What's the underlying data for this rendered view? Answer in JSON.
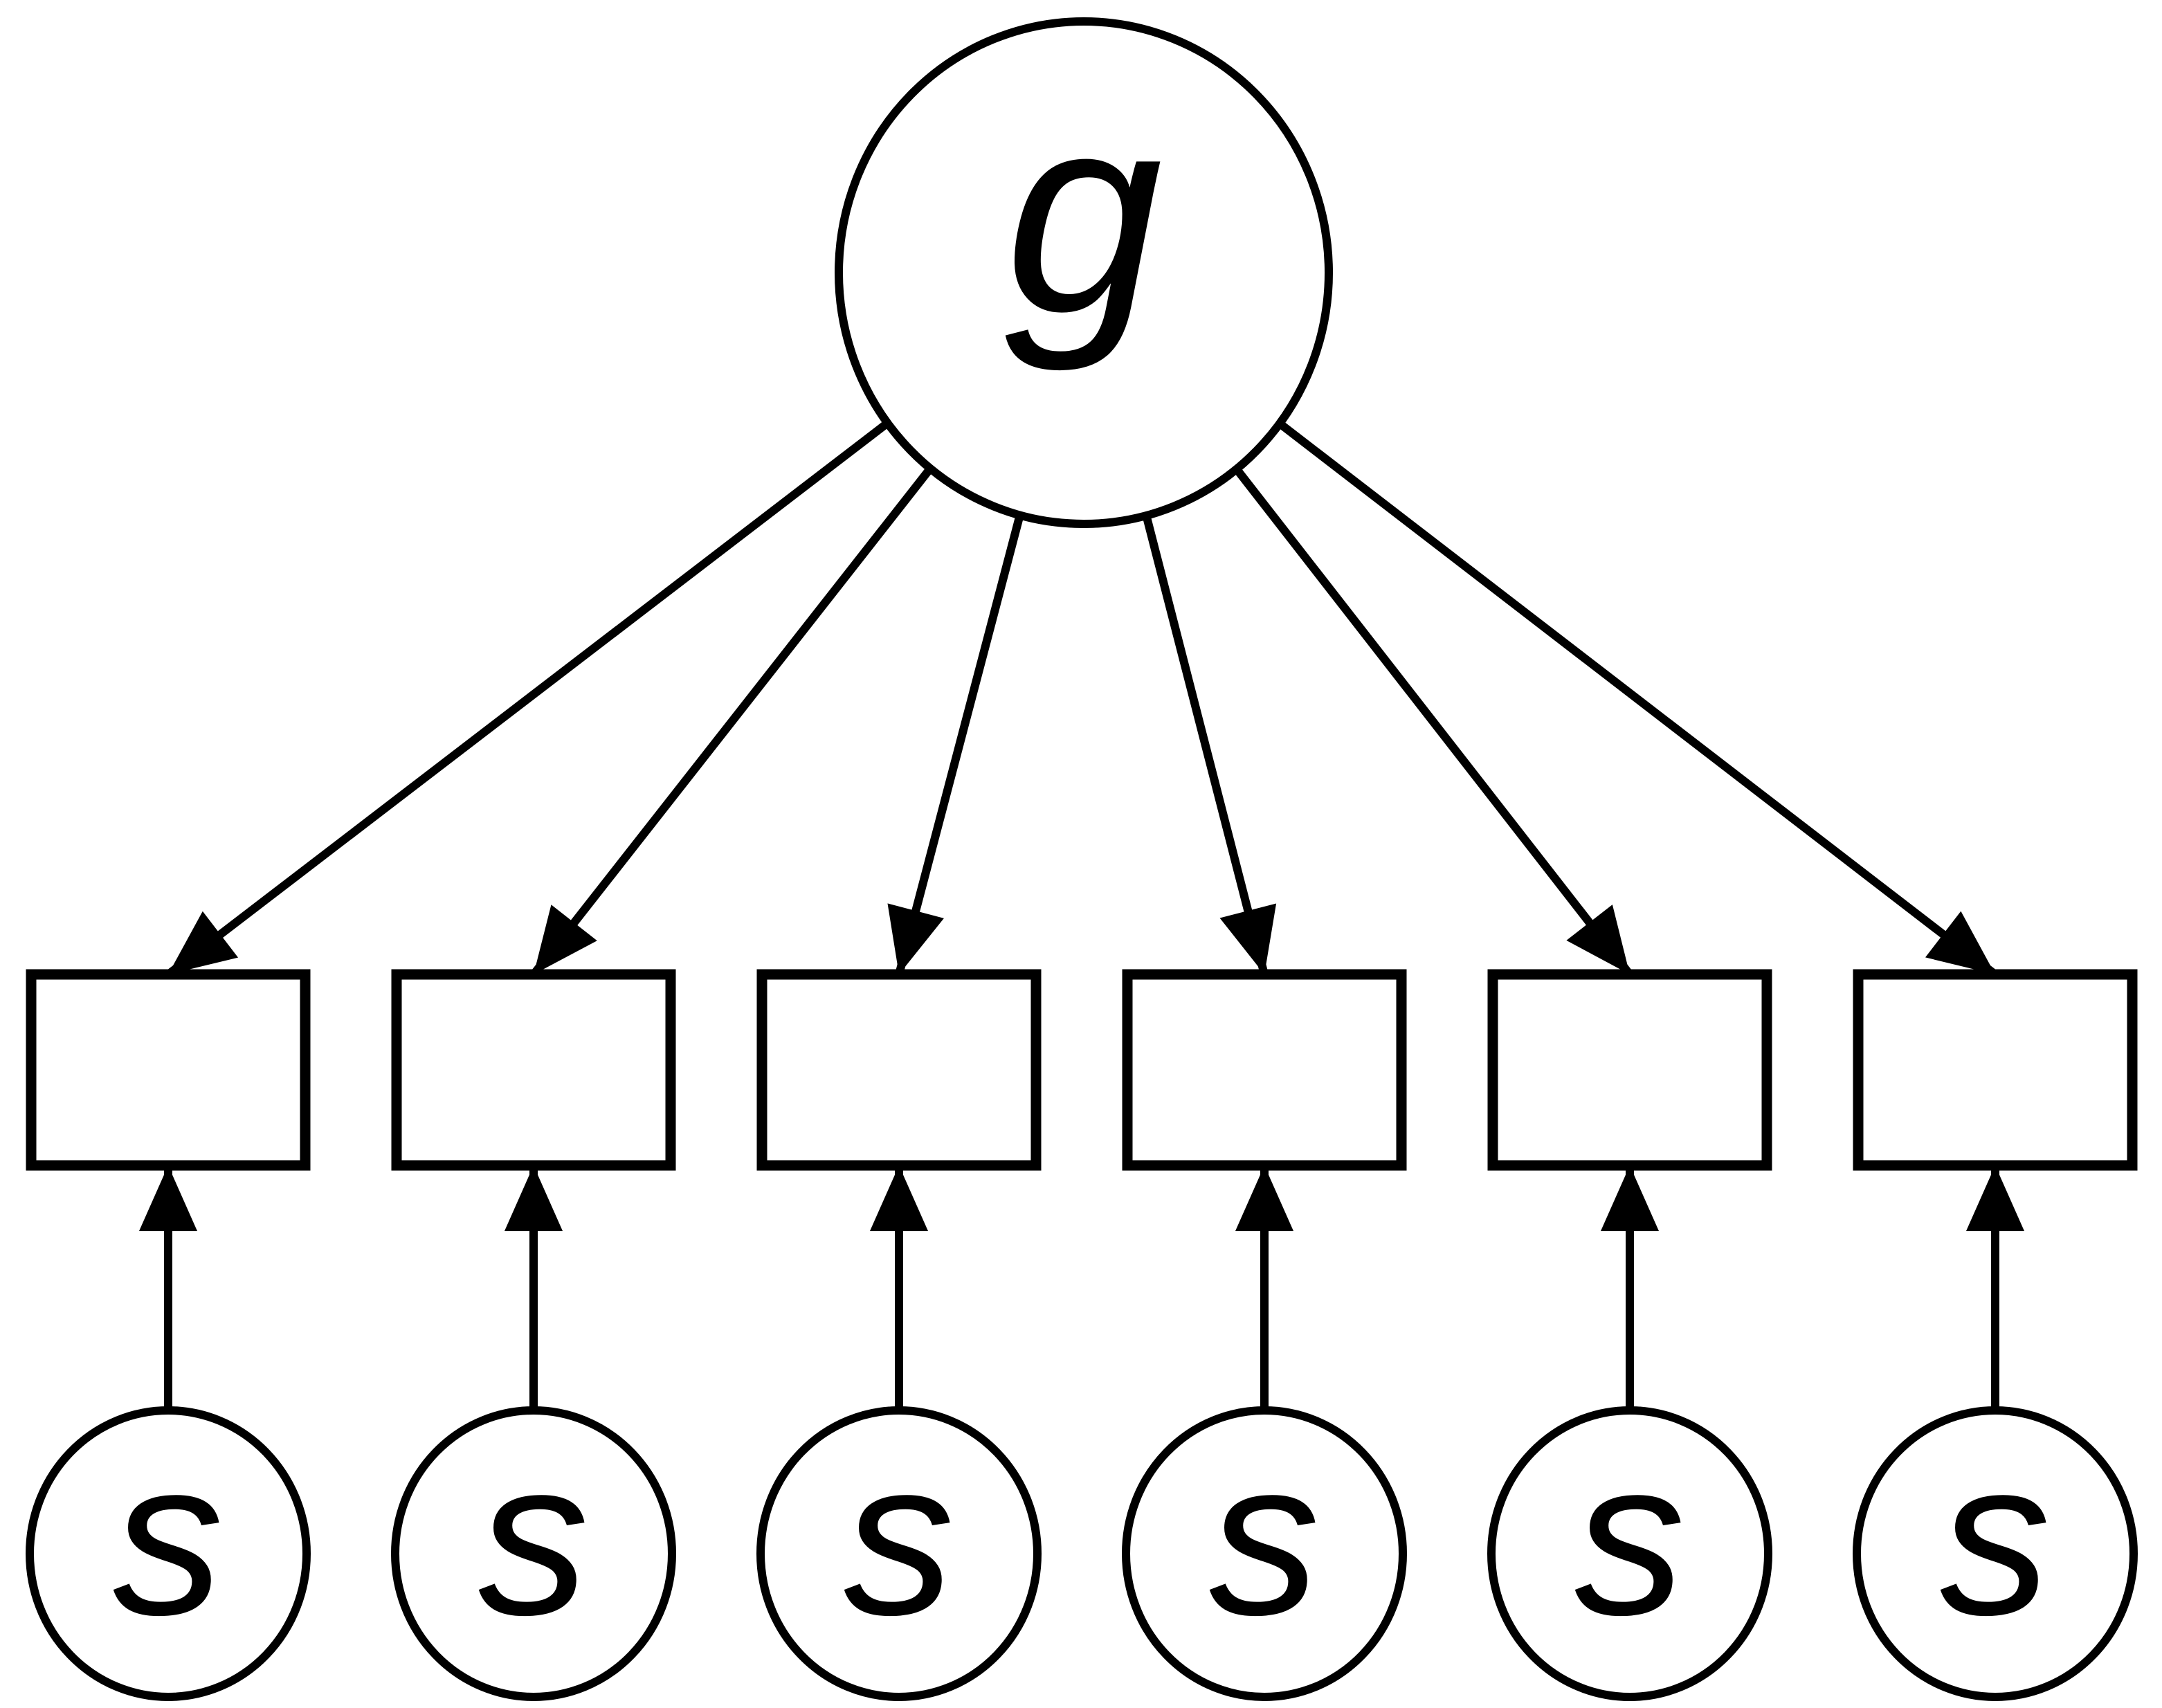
{
  "diagram": {
    "background_color": "#ffffff",
    "ink_color": "#000000",
    "general_factor": {
      "id": "g",
      "label": "g",
      "shape": "circle"
    },
    "observed_variables": [
      {
        "id": "var1",
        "label": "",
        "shape": "rectangle"
      },
      {
        "id": "var2",
        "label": "",
        "shape": "rectangle"
      },
      {
        "id": "var3",
        "label": "",
        "shape": "rectangle"
      },
      {
        "id": "var4",
        "label": "",
        "shape": "rectangle"
      },
      {
        "id": "var5",
        "label": "",
        "shape": "rectangle"
      },
      {
        "id": "var6",
        "label": "",
        "shape": "rectangle"
      }
    ],
    "specific_factors": [
      {
        "id": "s1",
        "label": "s",
        "shape": "circle"
      },
      {
        "id": "s2",
        "label": "s",
        "shape": "circle"
      },
      {
        "id": "s3",
        "label": "s",
        "shape": "circle"
      },
      {
        "id": "s4",
        "label": "s",
        "shape": "circle"
      },
      {
        "id": "s5",
        "label": "s",
        "shape": "circle"
      },
      {
        "id": "s6",
        "label": "s",
        "shape": "circle"
      }
    ],
    "edges": [
      {
        "from": "g",
        "to": "var1",
        "arrow": true
      },
      {
        "from": "g",
        "to": "var2",
        "arrow": true
      },
      {
        "from": "g",
        "to": "var3",
        "arrow": true
      },
      {
        "from": "g",
        "to": "var4",
        "arrow": true
      },
      {
        "from": "g",
        "to": "var5",
        "arrow": true
      },
      {
        "from": "g",
        "to": "var6",
        "arrow": true
      },
      {
        "from": "s1",
        "to": "var1",
        "arrow": true
      },
      {
        "from": "s2",
        "to": "var2",
        "arrow": true
      },
      {
        "from": "s3",
        "to": "var3",
        "arrow": true
      },
      {
        "from": "s4",
        "to": "var4",
        "arrow": true
      },
      {
        "from": "s5",
        "to": "var5",
        "arrow": true
      },
      {
        "from": "s6",
        "to": "var6",
        "arrow": true
      }
    ]
  }
}
